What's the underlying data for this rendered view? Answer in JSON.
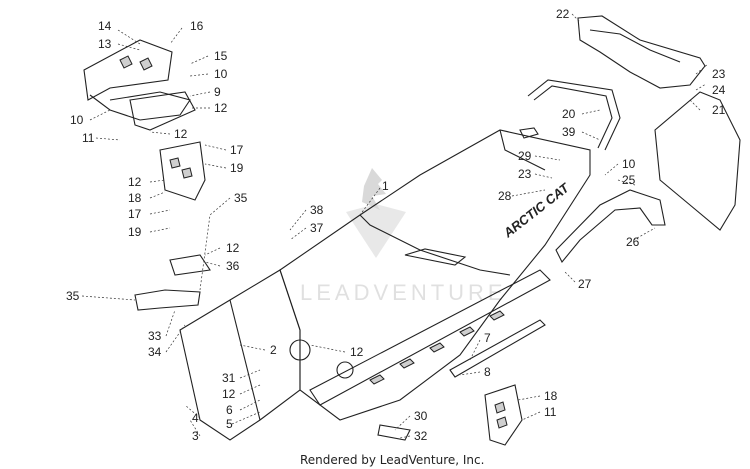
{
  "callouts": [
    {
      "id": "c14",
      "text": "14"
    },
    {
      "id": "c13",
      "text": "13"
    },
    {
      "id": "c16",
      "text": "16"
    },
    {
      "id": "c15",
      "text": "15"
    },
    {
      "id": "c10a",
      "text": "10"
    },
    {
      "id": "c9",
      "text": "9"
    },
    {
      "id": "c12a",
      "text": "12"
    },
    {
      "id": "c10b",
      "text": "10"
    },
    {
      "id": "c11a",
      "text": "11"
    },
    {
      "id": "c12b",
      "text": "12"
    },
    {
      "id": "c17a",
      "text": "17"
    },
    {
      "id": "c19a",
      "text": "19"
    },
    {
      "id": "c12c",
      "text": "12"
    },
    {
      "id": "c18a",
      "text": "18"
    },
    {
      "id": "c17b",
      "text": "17"
    },
    {
      "id": "c19b",
      "text": "19"
    },
    {
      "id": "c35a",
      "text": "35"
    },
    {
      "id": "c12d",
      "text": "12"
    },
    {
      "id": "c36",
      "text": "36"
    },
    {
      "id": "c38",
      "text": "38"
    },
    {
      "id": "c37",
      "text": "37"
    },
    {
      "id": "c35b",
      "text": "35"
    },
    {
      "id": "c33",
      "text": "33"
    },
    {
      "id": "c34",
      "text": "34"
    },
    {
      "id": "c2",
      "text": "2"
    },
    {
      "id": "c31",
      "text": "31"
    },
    {
      "id": "c12e",
      "text": "12"
    },
    {
      "id": "c6",
      "text": "6"
    },
    {
      "id": "c5",
      "text": "5"
    },
    {
      "id": "c4",
      "text": "4"
    },
    {
      "id": "c3",
      "text": "3"
    },
    {
      "id": "c12f",
      "text": "12"
    },
    {
      "id": "c1",
      "text": "1"
    },
    {
      "id": "c22",
      "text": "22"
    },
    {
      "id": "c23a",
      "text": "23"
    },
    {
      "id": "c24",
      "text": "24"
    },
    {
      "id": "c21",
      "text": "21"
    },
    {
      "id": "c20",
      "text": "20"
    },
    {
      "id": "c39",
      "text": "39"
    },
    {
      "id": "c29",
      "text": "29"
    },
    {
      "id": "c23b",
      "text": "23"
    },
    {
      "id": "c10c",
      "text": "10"
    },
    {
      "id": "c25",
      "text": "25"
    },
    {
      "id": "c28",
      "text": "28"
    },
    {
      "id": "c26",
      "text": "26"
    },
    {
      "id": "c27",
      "text": "27"
    },
    {
      "id": "c7",
      "text": "7"
    },
    {
      "id": "c8",
      "text": "8"
    },
    {
      "id": "c30",
      "text": "30"
    },
    {
      "id": "c32",
      "text": "32"
    },
    {
      "id": "c18b",
      "text": "18"
    },
    {
      "id": "c11b",
      "text": "11"
    }
  ],
  "decal_text": "ARCTIC CAT",
  "watermark_text": "LEADVENTURE",
  "footer": {
    "credit": "Rendered by LeadVenture, Inc."
  },
  "colors": {
    "ink": "#222222",
    "watermark": "#d9d9d9",
    "background": "#ffffff"
  }
}
